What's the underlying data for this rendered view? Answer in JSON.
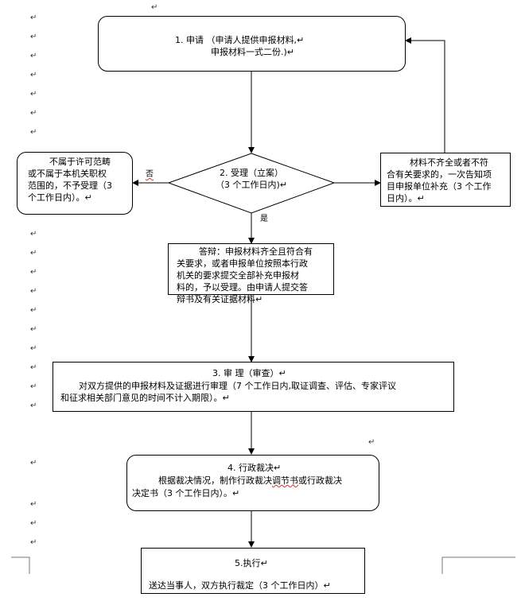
{
  "marks": {
    "return_arrow": "↵",
    "para_marker": "↵"
  },
  "nodes": {
    "apply": {
      "lines": [
        "1. 申请 （申请人提供申报材料,↵",
        "申报材料一式二份.)↵"
      ]
    },
    "acceptance": {
      "lines": [
        "2. 受理（立案）",
        "（3 个工作日内)↵"
      ]
    },
    "reject": {
      "lines": [
        "不属于许可范畴",
        "或不属于本机关职权",
        "范围的，不予受理（3",
        "个工作日内）。↵"
      ]
    },
    "supplement": {
      "lines": [
        "材料不齐全或者不符",
        "合有关要求的，一次告知项",
        "目申报单位补充（3 个工作",
        "日内）。↵"
      ]
    },
    "defense": {
      "lines": [
        "答辩：申报材料齐全且符合有",
        "关要求，或者申报单位按照本行政",
        "机关的要求提交全部补充申报材",
        "料的，予以受理。由申请人提交答",
        "辩书及有关证据材料↵"
      ]
    },
    "review": {
      "lines": [
        "3. 审 理（审查）↵",
        "对双方提供的申报材料及证据进行审理（7 个工作日内,取证调查、评估、专家评议",
        "和征求相关部门意见的时间不计入期限）。↵"
      ]
    },
    "ruling": {
      "line1": "4. 行政裁决↵",
      "line2_a": "根据裁决情况，制作行政裁决",
      "line2_b": "调节书",
      "line2_c": "或行政裁决",
      "line3": "决定书（3 个工作日内）。↵"
    },
    "execute": {
      "lines": [
        "5.执行↵",
        "送达当事人，双方执行裁定（3 个工作日内）↵"
      ]
    }
  },
  "labels": {
    "no": "否",
    "yes": "是"
  }
}
